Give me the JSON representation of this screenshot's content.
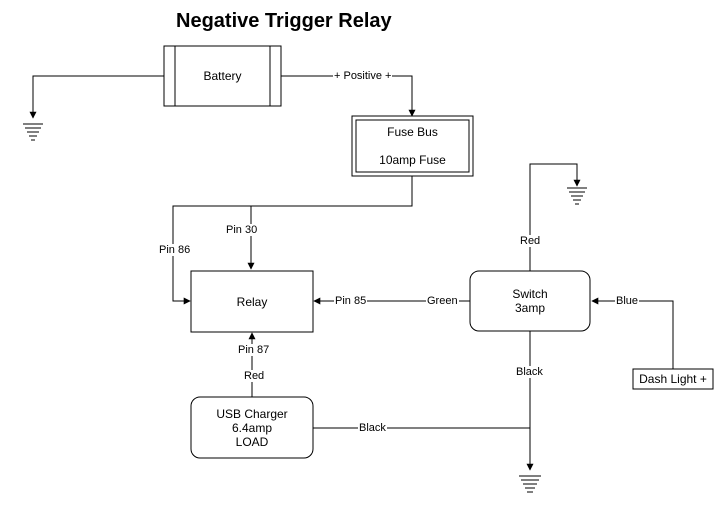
{
  "title": "Negative Trigger Relay",
  "nodes": {
    "battery": "Battery",
    "fuse_bus": [
      "Fuse Bus",
      "10amp Fuse"
    ],
    "relay": "Relay",
    "switch": [
      "Switch",
      "3amp"
    ],
    "usb_charger": [
      "USB Charger",
      "6.4amp",
      "LOAD"
    ],
    "dash_light": "Dash Light +"
  },
  "wire_labels": {
    "positive": "+ Positive +",
    "pin30": "Pin 30",
    "pin86": "Pin 86",
    "pin85": "Pin 85",
    "green": "Green",
    "pin87": "Pin 87",
    "red_usb": "Red",
    "red_switch": "Red",
    "black_switch": "Black",
    "black_usb": "Black",
    "blue": "Blue"
  }
}
